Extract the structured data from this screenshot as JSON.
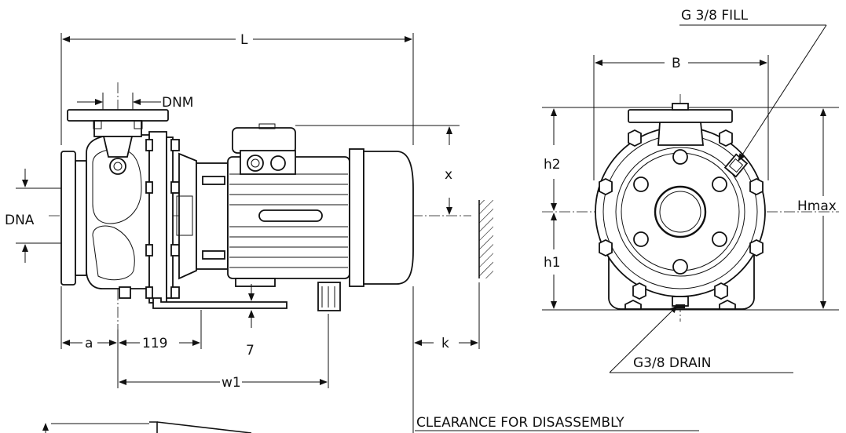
{
  "labels": {
    "L": "L",
    "DNM": "DNM",
    "DNA": "DNA",
    "x": "x",
    "a": "a",
    "dim_119": "119",
    "dim_7": "7",
    "w1": "w1",
    "k": "k",
    "B": "B",
    "h2": "h2",
    "h1": "h1",
    "Hmax": "Hmax",
    "fill": "G 3/8 FILL",
    "drain": "G3/8 DRAIN",
    "clearance": "CLEARANCE FOR DISASSEMBLY"
  },
  "colors": {
    "line": "#111111",
    "background": "#ffffff"
  }
}
